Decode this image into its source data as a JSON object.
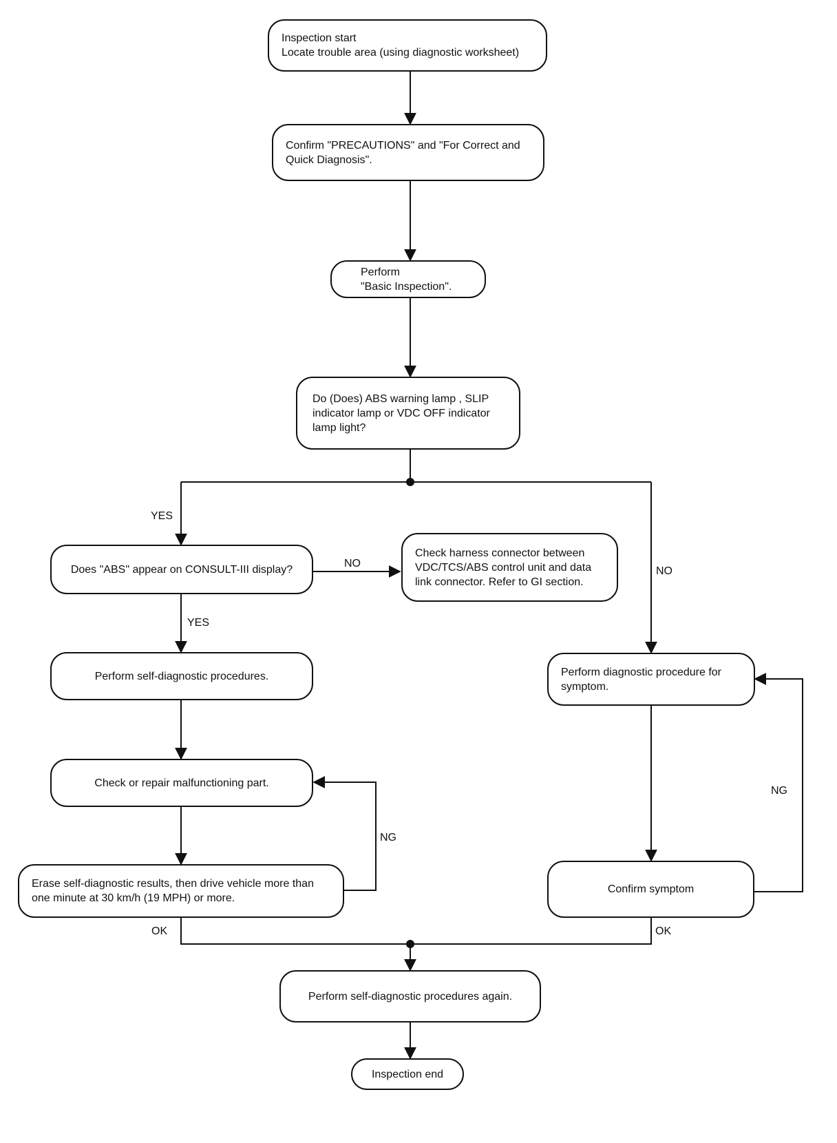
{
  "nodes": {
    "start": "Inspection start\nLocate trouble area (using diagnostic worksheet)",
    "precautions": "Confirm \"PRECAUTIONS\" and \"For Correct and Quick Diagnosis\".",
    "basic": "Perform\n\"Basic Inspection\".",
    "lamp_question": "Do (Does) ABS warning lamp , SLIP indicator lamp or VDC OFF indicator lamp light?",
    "abs_question": "Does \"ABS\" appear on CONSULT-III display?",
    "check_harness": "Check harness connector between VDC/TCS/ABS control unit and data link connector. Refer to GI section.",
    "self_diag": "Perform self-diagnostic procedures.",
    "check_repair": "Check or repair malfunctioning part.",
    "erase": "Erase self-diagnostic results, then drive vehicle more than one minute at 30 km/h (19 MPH) or more.",
    "symptom_proc": "Perform diagnostic procedure for symptom.",
    "confirm_symptom": "Confirm  symptom",
    "self_diag_again": "Perform self-diagnostic procedures again.",
    "end": "Inspection end"
  },
  "labels": {
    "yes_lamp": "YES",
    "no_lamp": "NO",
    "no_abs": "NO",
    "yes_abs": "YES",
    "ng_left": "NG",
    "ng_right": "NG",
    "ok_left": "OK",
    "ok_right": "OK"
  },
  "colors": {
    "line": "#111111",
    "background": "#ffffff"
  }
}
